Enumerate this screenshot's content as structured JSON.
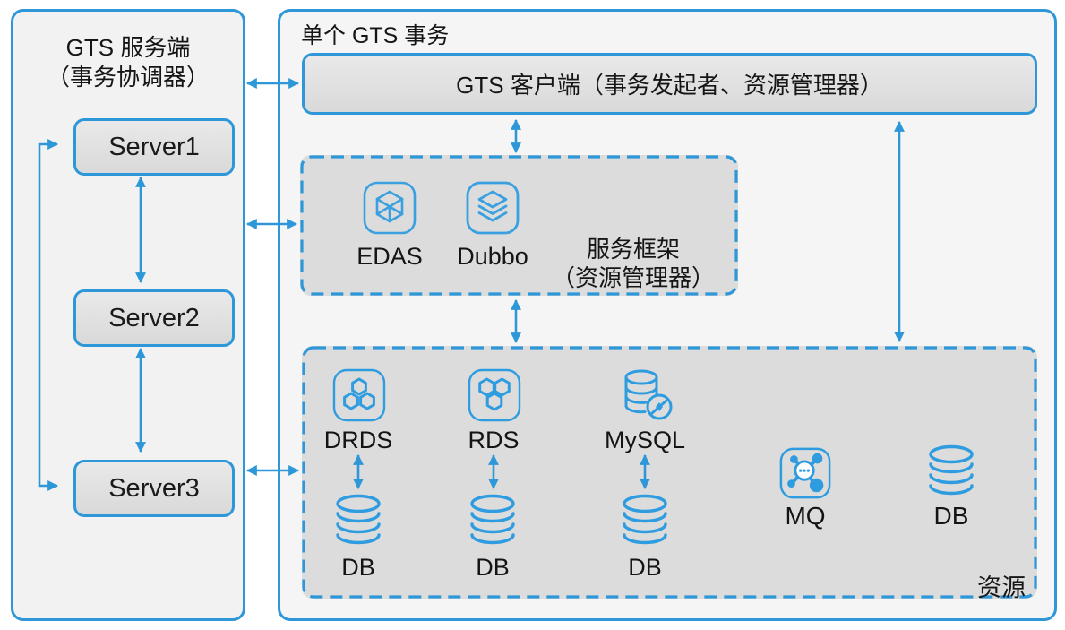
{
  "colors": {
    "accent_blue": "#2e97d8",
    "box_fill": "#e0e0e0",
    "dashed_fill": "#dcdcdc",
    "left_panel_fill": "#f2f2f2",
    "outer_fill": "#f5f5f5",
    "text": "#1a1a1a"
  },
  "left_panel": {
    "title_line1": "GTS 服务端",
    "title_line2": "（事务协调器）",
    "servers": [
      {
        "label": "Server1"
      },
      {
        "label": "Server2"
      },
      {
        "label": "Server3"
      }
    ]
  },
  "transaction": {
    "title": "单个 GTS 事务",
    "client_bar_label": "GTS 客户端（事务发起者、资源管理器）",
    "service_framework": {
      "items": [
        {
          "label": "EDAS",
          "icon": "cube-wireframe-icon"
        },
        {
          "label": "Dubbo",
          "icon": "layers-icon"
        }
      ],
      "caption_line1": "服务框架",
      "caption_line2": "（资源管理器）"
    },
    "resources": {
      "caption": "资源",
      "stacks": [
        {
          "service": "DRDS",
          "icon": "hexagons-icon",
          "db_label": "DB"
        },
        {
          "service": "RDS",
          "icon": "hexagons-icon",
          "db_label": "DB"
        },
        {
          "service": "MySQL",
          "icon": "database-search-icon",
          "db_label": "DB"
        }
      ],
      "standalone": [
        {
          "label": "MQ",
          "icon": "message-hub-icon"
        },
        {
          "label": "DB",
          "icon": "database-icon"
        }
      ]
    }
  }
}
